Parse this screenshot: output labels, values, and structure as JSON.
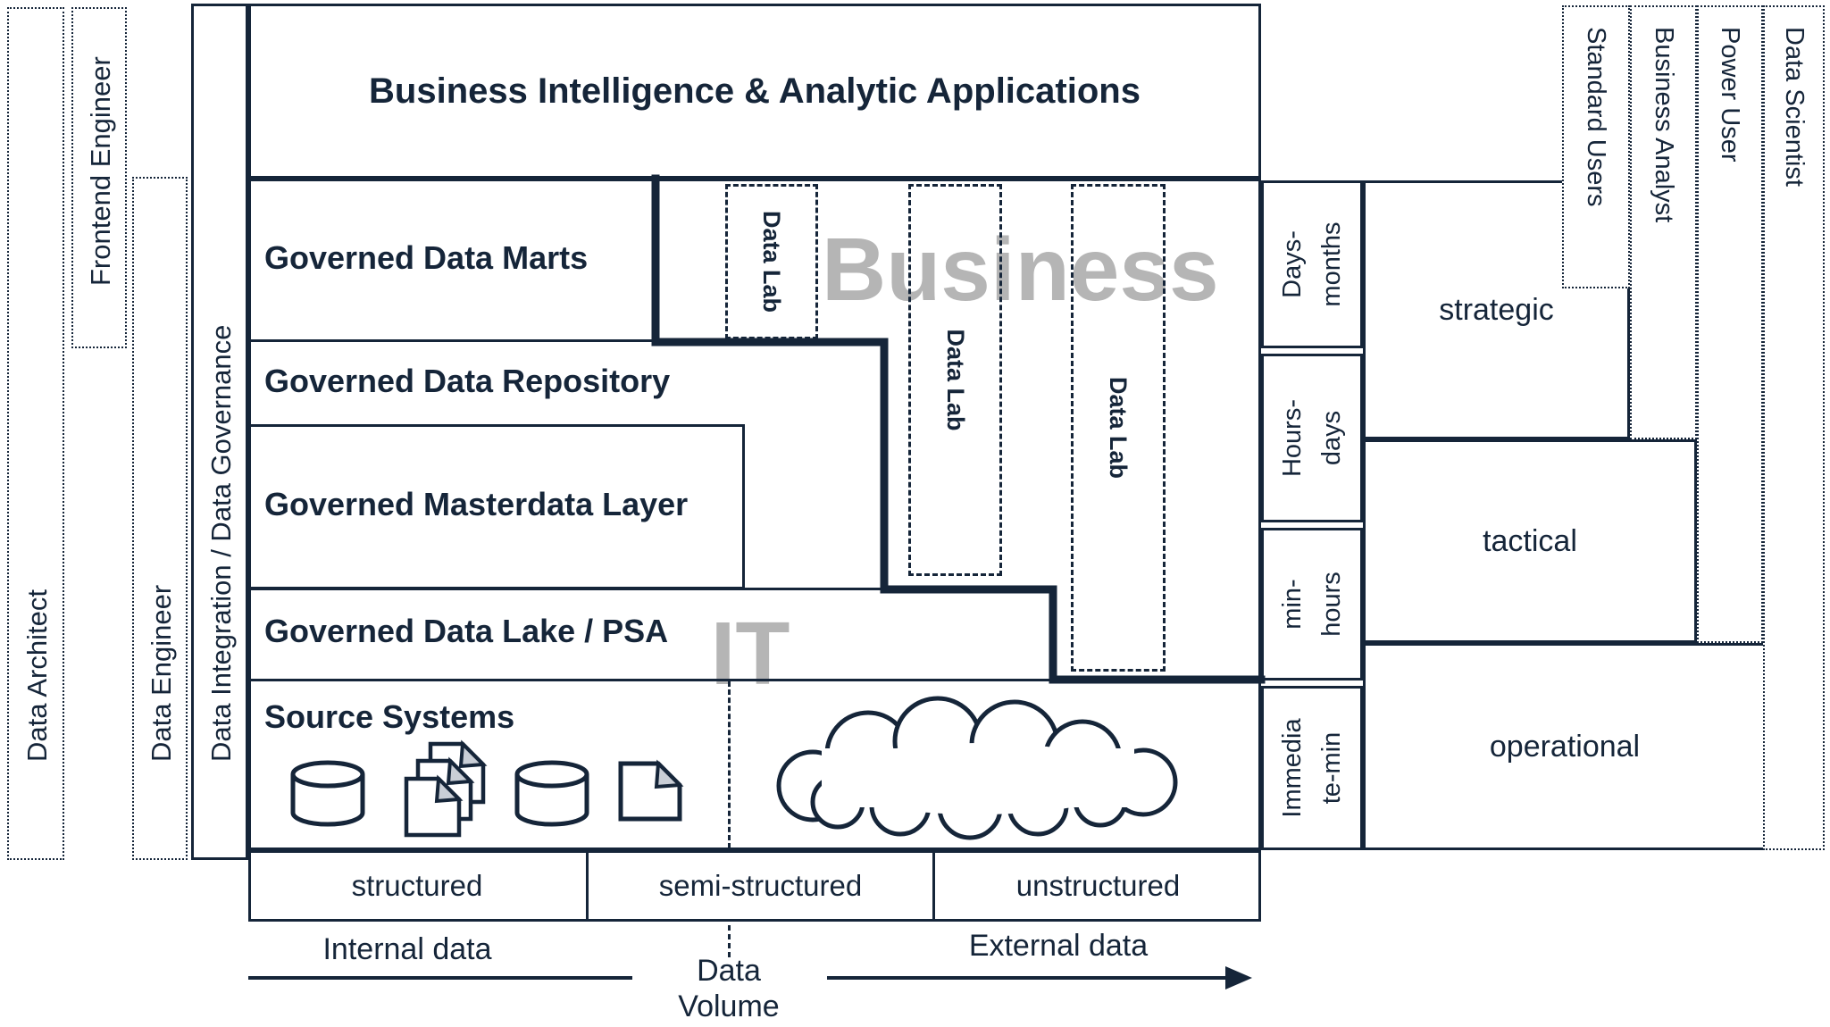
{
  "colors": {
    "ink": "#152539",
    "watermark_gray": "#b5b5b5",
    "fold_gray": "#c9ced6"
  },
  "left_columns": [
    {
      "label": "Data Architect"
    },
    {
      "label": "Frontend Engineer"
    },
    {
      "label": "Data Engineer"
    },
    {
      "label": "Data Integration / Data Governance"
    }
  ],
  "layers": {
    "bi": {
      "title": "Business Intelligence & Analytic Applications"
    },
    "marts": {
      "title": "Governed Data Marts"
    },
    "repository": {
      "title": "Governed Data Repository"
    },
    "masterdata": {
      "title": "Governed Masterdata Layer"
    },
    "lake": {
      "title": "Governed Data Lake / PSA"
    },
    "source": {
      "title": "Source Systems"
    }
  },
  "watermarks": {
    "business": "Business",
    "it": "IT"
  },
  "data_labs": [
    {
      "label": "Data Lab"
    },
    {
      "label": "Data Lab"
    },
    {
      "label": "Data Lab"
    }
  ],
  "latency": [
    {
      "line1": "Days-",
      "line2": "months"
    },
    {
      "line1": "Hours-",
      "line2": "days"
    },
    {
      "line1": "min-",
      "line2": "hours"
    },
    {
      "line1": "Immedia",
      "line2": "te-min"
    }
  ],
  "categories": [
    {
      "label": "strategic"
    },
    {
      "label": "tactical"
    },
    {
      "label": "operational"
    }
  ],
  "right_columns": [
    {
      "label": "Standard Users"
    },
    {
      "label": "Business Analyst"
    },
    {
      "label": "Power User"
    },
    {
      "label": "Data Scientist"
    }
  ],
  "data_types": [
    {
      "label": "structured"
    },
    {
      "label": "semi-structured"
    },
    {
      "label": "unstructured"
    }
  ],
  "axis": {
    "internal": "Internal data",
    "external": "External data",
    "volume_top": "Data",
    "volume_bottom": "Volume"
  }
}
